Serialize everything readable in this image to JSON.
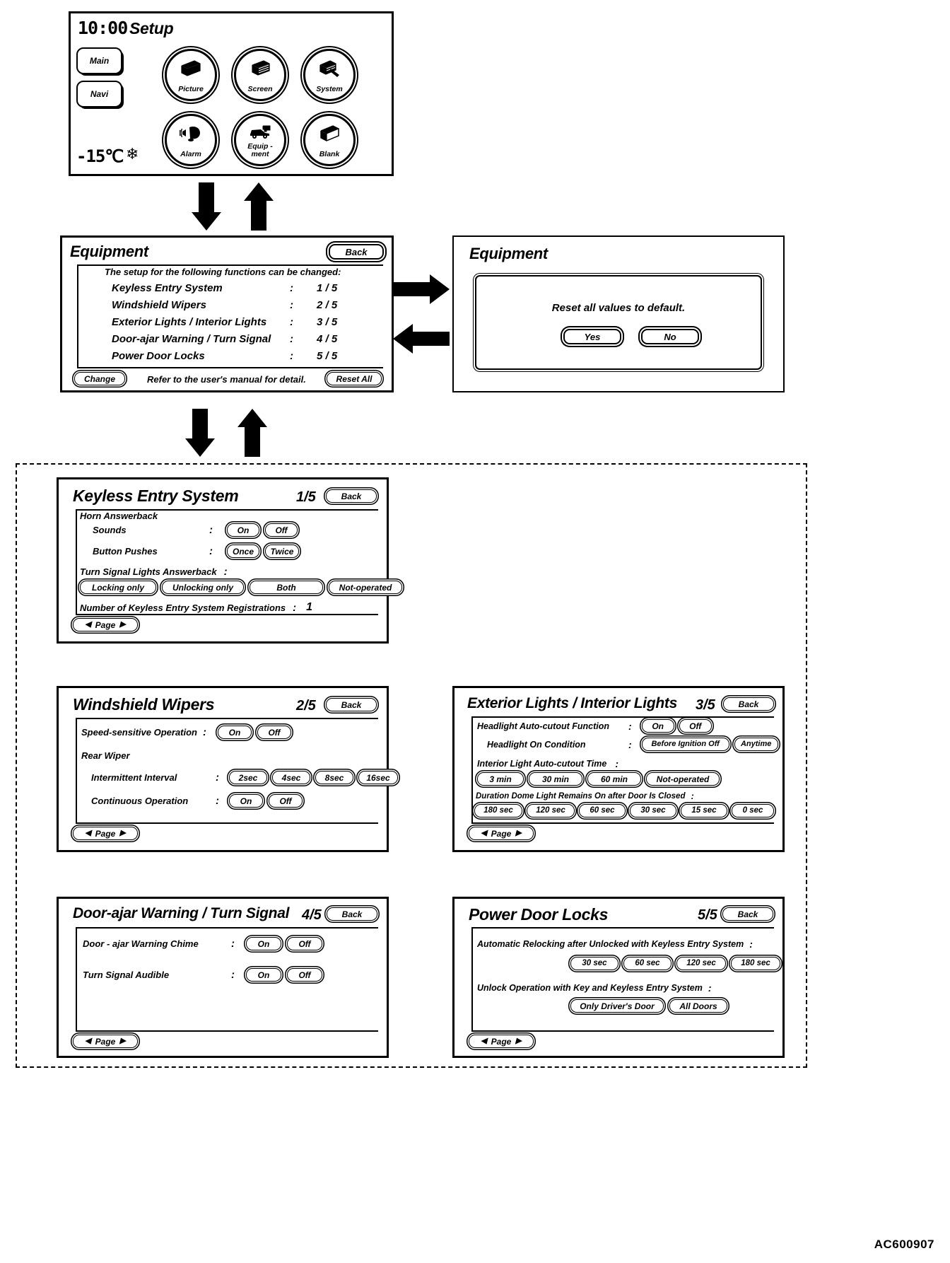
{
  "diagram": {
    "code": "AC600907"
  },
  "setup_screen": {
    "clock": "10:00",
    "title": "Setup",
    "temperature": "-15℃",
    "snow_icon": "snowflake-icon",
    "side_buttons": [
      {
        "label": "Main"
      },
      {
        "label": "Navi"
      }
    ],
    "menu_items": [
      {
        "label": "Picture",
        "icon": "picture-cube-icon"
      },
      {
        "label": "Screen",
        "icon": "screen-cube-icon"
      },
      {
        "label": "System",
        "icon": "system-cube-icon"
      },
      {
        "label": "Alarm",
        "icon": "bell-icon"
      },
      {
        "label": "Equip -\nment",
        "label_line1": "Equip -",
        "label_line2": "ment",
        "icon": "car-key-icon"
      },
      {
        "label": "Blank",
        "icon": "blank-cube-icon"
      }
    ]
  },
  "equipment_screen": {
    "title": "Equipment",
    "back_label": "Back",
    "intro": "The setup for the following functions can be  changed:",
    "items": [
      {
        "name": "Keyless Entry System",
        "colon": ":",
        "page": "1 / 5"
      },
      {
        "name": "Windshield Wipers",
        "colon": ":",
        "page": "2 / 5"
      },
      {
        "name": "Exterior Lights / Interior Lights",
        "colon": ":",
        "page": "3 / 5"
      },
      {
        "name": "Door-ajar Warning / Turn Signal",
        "colon": ":",
        "page": "4 / 5"
      },
      {
        "name": "Power Door Locks",
        "colon": ":",
        "page": "5 / 5"
      }
    ],
    "change_label": "Change",
    "footer_note": "Refer to the user's manual for detail.",
    "reset_all_label": "Reset All"
  },
  "reset_dialog": {
    "title": "Equipment",
    "message": "Reset all values to default.",
    "yes_label": "Yes",
    "no_label": "No"
  },
  "panel_keyless": {
    "title": "Keyless Entry System",
    "page": "1/5",
    "back_label": "Back",
    "group_label": "Horn Answerback",
    "rows": [
      {
        "label": "Sounds",
        "colon": ":",
        "options": [
          "On",
          "Off"
        ]
      },
      {
        "label": "Button Pushes",
        "colon": ":",
        "options": [
          "Once",
          "Twice"
        ]
      }
    ],
    "turn_signal_label": "Turn Signal Lights Answerback",
    "turn_signal_colon": ":",
    "turn_signal_options": [
      "Locking only",
      "Unlocking only",
      "Both",
      "Not-operated"
    ],
    "registrations_label": "Number of Keyless Entry System Registrations",
    "registrations_colon": ":",
    "registrations_value": "1",
    "page_label": "Page"
  },
  "panel_wipers": {
    "title": "Windshield Wipers",
    "page": "2/5",
    "back_label": "Back",
    "row_speed": {
      "label": "Speed-sensitive Operation",
      "colon": ":",
      "options": [
        "On",
        "Off"
      ]
    },
    "group_label": "Rear Wiper",
    "row_interval": {
      "label": "Intermittent Interval",
      "colon": ":",
      "options": [
        "2sec",
        "4sec",
        "8sec",
        "16sec"
      ]
    },
    "row_continuous": {
      "label": "Continuous Operation",
      "colon": ":",
      "options": [
        "On",
        "Off"
      ]
    },
    "page_label": "Page"
  },
  "panel_lights": {
    "title": "Exterior Lights / Interior Lights",
    "page": "3/5",
    "back_label": "Back",
    "row_autocutout": {
      "label": "Headlight Auto-cutout Function",
      "colon": ":",
      "options": [
        "On",
        "Off"
      ]
    },
    "row_oncondition": {
      "label": "Headlight On Condition",
      "colon": ":",
      "options": [
        "Before Ignition Off",
        "Anytime"
      ]
    },
    "interior_label": "Interior Light Auto-cutout Time",
    "interior_colon": ":",
    "interior_options": [
      "3 min",
      "30 min",
      "60 min",
      "Not-operated"
    ],
    "dome_label": "Duration Dome Light Remains On after Door Is  Closed",
    "dome_colon": ":",
    "dome_options": [
      "180 sec",
      "120 sec",
      "60 sec",
      "30 sec",
      "15 sec",
      "0 sec"
    ],
    "page_label": "Page"
  },
  "panel_doorajar": {
    "title": "Door-ajar Warning / Turn Signal",
    "page": "4/5",
    "back_label": "Back",
    "row_chime": {
      "label": "Door - ajar Warning Chime",
      "colon": ":",
      "options": [
        "On",
        "Off"
      ]
    },
    "row_turn": {
      "label": "Turn Signal Audible",
      "colon": ":",
      "options": [
        "On",
        "Off"
      ]
    },
    "page_label": "Page"
  },
  "panel_locks": {
    "title": "Power Door Locks",
    "page": "5/5",
    "back_label": "Back",
    "relock_label": "Automatic Relocking after Unlocked with Keyless Entry System",
    "relock_colon": ":",
    "relock_options": [
      "30 sec",
      "60 sec",
      "120 sec",
      "180 sec"
    ],
    "unlock_label": "Unlock Operation with Key and Keyless Entry System",
    "unlock_colon": ":",
    "unlock_options": [
      "Only Driver's Door",
      "All Doors"
    ],
    "page_label": "Page"
  }
}
